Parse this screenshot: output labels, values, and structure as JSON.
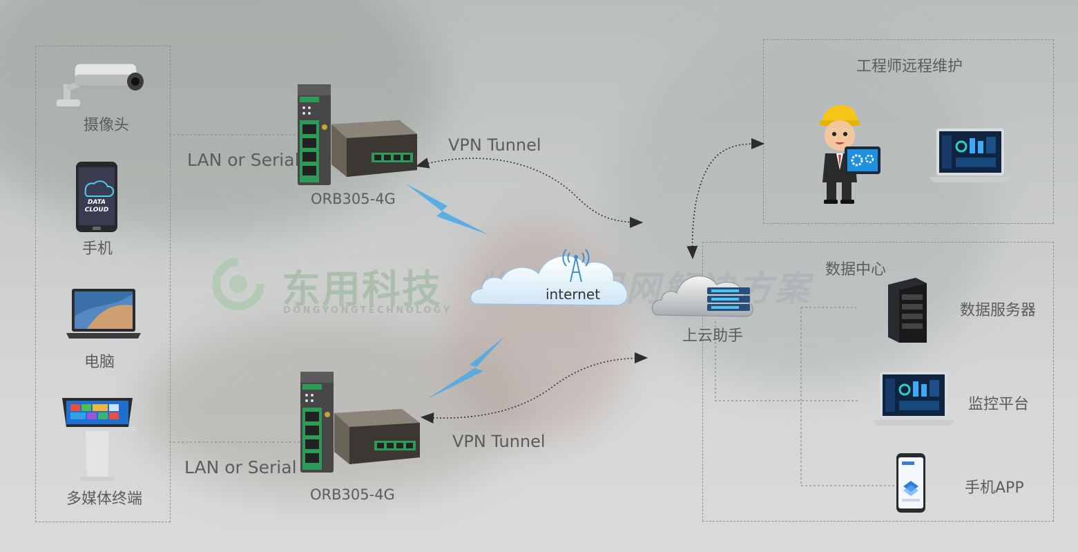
{
  "left_devices": {
    "camera": "摄像头",
    "phone": "手机",
    "phone_screen_text": "DATA CLOUD",
    "laptop": "电脑",
    "kiosk": "多媒体终端"
  },
  "links": {
    "lan_top": "LAN or Serial",
    "lan_bottom": "LAN or Serial",
    "vpn_top": "VPN Tunnel",
    "vpn_bottom": "VPN Tunnel"
  },
  "routers": {
    "top": "ORB305-4G",
    "bottom": "ORB305-4G"
  },
  "internet": {
    "label": "internet"
  },
  "cloud_assistant": {
    "label": "上云助手"
  },
  "remote_maintenance": {
    "title": "工程师远程维护"
  },
  "data_center": {
    "title": "数据中心",
    "items": [
      "数据服务器",
      "监控平台",
      "手机APP"
    ]
  },
  "watermark": {
    "brand": "东用科技",
    "slogan": "物联网组网解决方案",
    "english": "DONGYONGTECHNOLOGY"
  },
  "colors": {
    "router_green": "#2e9a58",
    "lightning": "#4aa8e8",
    "dash": "#7f8283"
  }
}
